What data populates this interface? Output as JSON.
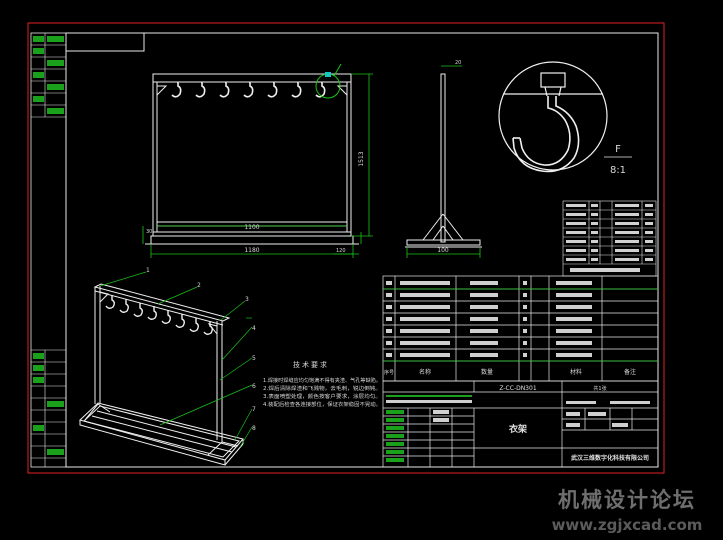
{
  "drawing": {
    "title_block": {
      "part_name": "衣架",
      "drawing_no": "Z-CC-DN301",
      "company": "武汉三维数字化科技有限公司",
      "sheet_label": "共1张"
    },
    "detail_view": {
      "label": "F",
      "scale": "8:1"
    },
    "dimensions": {
      "front_width": "1100",
      "base_width": "1180",
      "height": "1513",
      "side_depth": "100",
      "small_offset_left": "30",
      "small_offset_right": "120",
      "side_top": "20"
    },
    "technical_requirements": {
      "title": "技术要求",
      "lines": [
        "1.焊接时焊缝应均匀饱满不得有夹渣、气孔等缺陷。",
        "2.焊后清除焊渣和飞溅物，去毛刺，锐边倒钝。",
        "3.表面喷塑处理，颜色按客户要求，涂层均匀。",
        "4.装配后检查各连接部位，保证衣架稳固不晃动。"
      ]
    },
    "callouts": [
      "1",
      "2",
      "3",
      "4",
      "5",
      "6",
      "7",
      "8"
    ],
    "bom_header": [
      "序号",
      "名称",
      "数量",
      "材料",
      "备注"
    ],
    "watermark": {
      "line1": "机械设计论坛",
      "line2": "www.zgjxcad.com"
    }
  }
}
